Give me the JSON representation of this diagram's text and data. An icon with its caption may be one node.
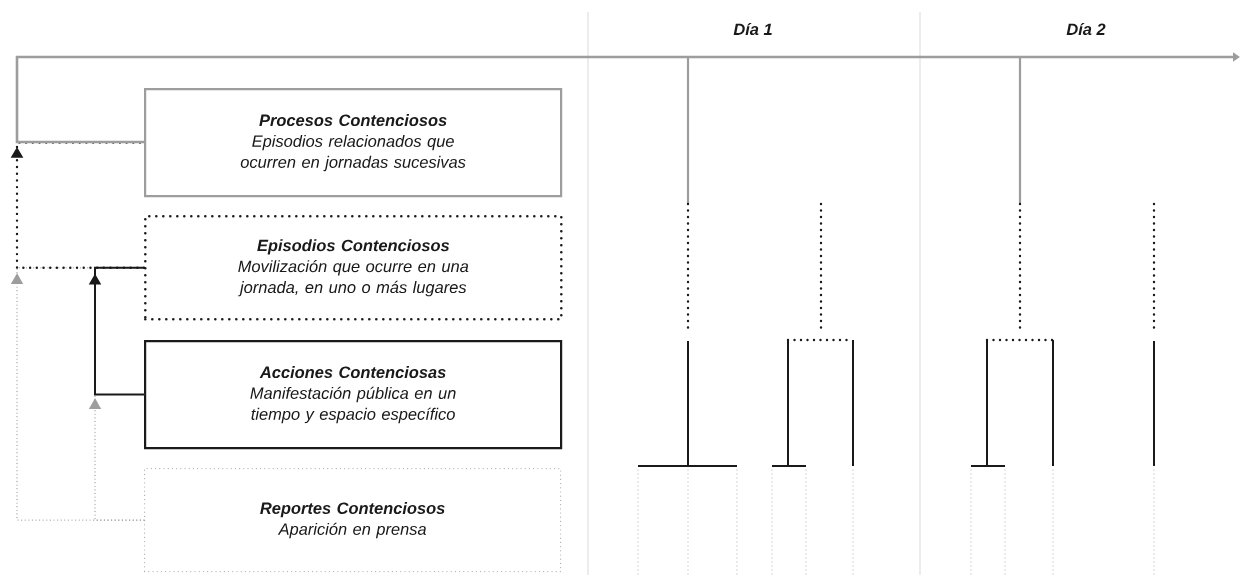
{
  "diagram": {
    "nodes": [
      {
        "text": [
          "Procesos Contenciosos",
          "Episodios relacionados que ocurren en jornadas sucesivas"
        ]
      },
      {
        "text": [
          "Episodios Contenciosos",
          "Movilización que ocurre en una jornada, en uno o más lugares"
        ]
      },
      {
        "text": [
          "Acciones Contenciosas",
          "Manifestación pública en un tiempo y espacio específico"
        ]
      },
      {
        "text": [
          "Reportes Contenciosos",
          "Aparición en prensa"
        ]
      }
    ],
    "edges": [
      {
        "from": 1,
        "to": 0,
        "arrow": "to",
        "style": "dashed"
      },
      {
        "from": 2,
        "to": 1,
        "arrow": "to"
      },
      {
        "from": 3,
        "to": 1,
        "arrow": "to",
        "style": "dashed",
        "color": "#9d9d9d"
      },
      {
        "from": 3,
        "to": 2,
        "arrow": "to",
        "style": "dashed",
        "color": "#9d9d9d"
      }
    ],
    "labels": [
      "Día 1",
      "Día 2"
    ]
  }
}
